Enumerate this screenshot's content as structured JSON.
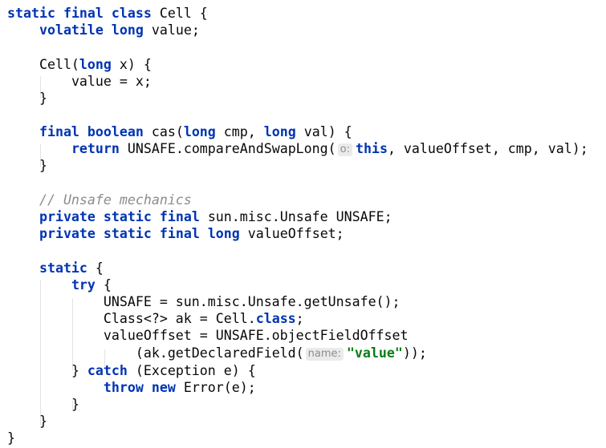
{
  "code": {
    "l1": [
      "static",
      "final",
      "class",
      "Cell {"
    ],
    "l2": [
      "volatile",
      "long",
      "value;"
    ],
    "l4": [
      "Cell(",
      "long",
      "x) {"
    ],
    "l5": [
      "value = x;"
    ],
    "l6": [
      "}"
    ],
    "l8": [
      "final",
      "boolean",
      "cas(",
      "long",
      "cmp, ",
      "long",
      "val) {"
    ],
    "l9": [
      "return",
      "UNSAFE.compareAndSwapLong(",
      "o:",
      "this",
      ", valueOffset, cmp, val);"
    ],
    "l10": [
      "}"
    ],
    "l12": [
      "// Unsafe mechanics"
    ],
    "l13": [
      "private",
      "static",
      "final",
      "sun.misc.Unsafe UNSAFE;"
    ],
    "l14": [
      "private",
      "static",
      "final",
      "long",
      "valueOffset;"
    ],
    "l16": [
      "static",
      "{"
    ],
    "l17": [
      "try",
      "{"
    ],
    "l18": [
      "UNSAFE = sun.misc.Unsafe.getUnsafe();"
    ],
    "l19": [
      "Class<?> ak = Cell.",
      "class",
      ";"
    ],
    "l20": [
      "valueOffset = UNSAFE.objectFieldOffset"
    ],
    "l21": [
      "(ak.getDeclaredField(",
      "name:",
      "\"value\"",
      "));"
    ],
    "l22": [
      "} ",
      "catch",
      "(Exception e) {"
    ],
    "l23": [
      "throw",
      "new",
      "Error(e);"
    ],
    "l24": [
      "}"
    ],
    "l25": [
      "}"
    ],
    "l26": [
      "}"
    ]
  },
  "colors": {
    "keyword": "#0033b3",
    "identifier": "#080808",
    "comment": "#8c8c8c",
    "string": "#067d17",
    "inlay_hint_bg": "#ebebeb",
    "indent_guide": "#e2e2e2"
  }
}
